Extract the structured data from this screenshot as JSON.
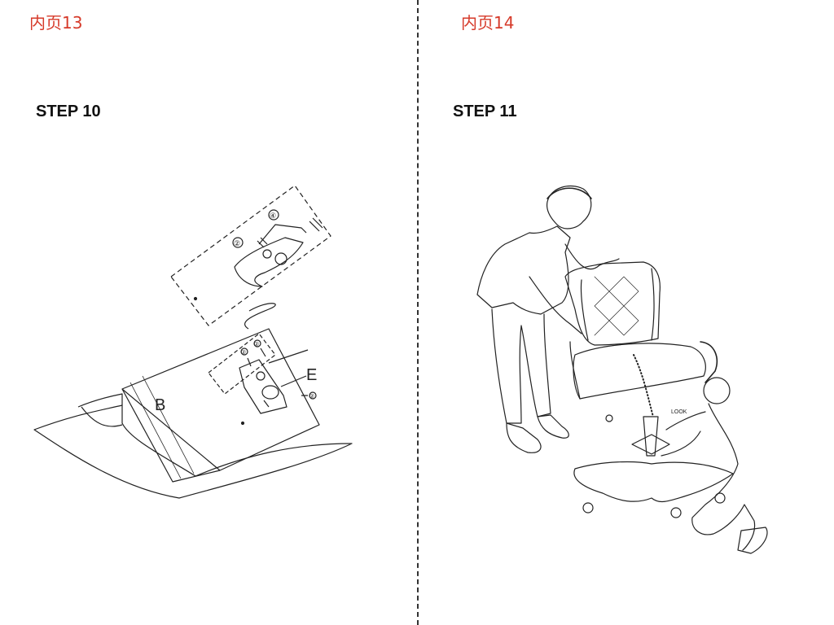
{
  "pages": [
    {
      "page_label": "内页13",
      "step": "STEP 10",
      "labels": {
        "part_b": "B",
        "part_e": "E",
        "callout_4": "④",
        "callout_2": "②",
        "callout_2b": "②",
        "callout_2c": "②",
        "callout_2d": "②"
      }
    },
    {
      "page_label": "内页14",
      "step": "STEP 11",
      "labels": {
        "lock": "LOOK"
      }
    }
  ]
}
